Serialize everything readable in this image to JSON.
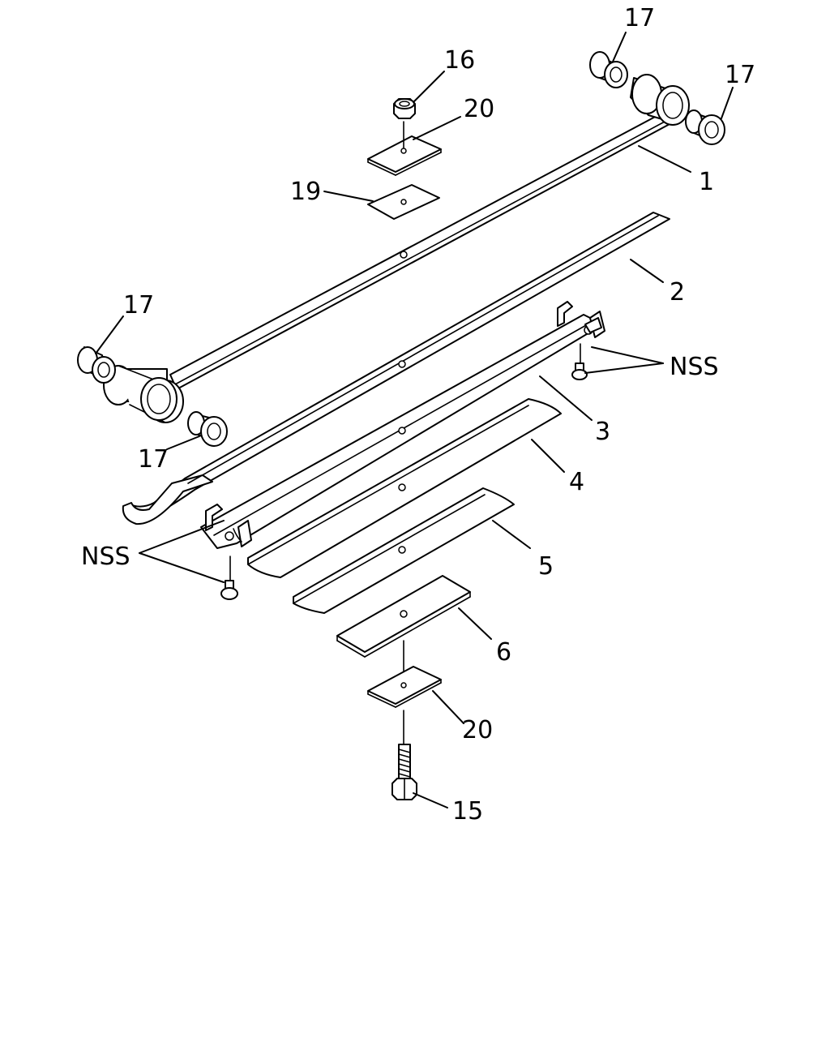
{
  "callouts": {
    "c1": "1",
    "c2": "2",
    "c3": "3",
    "c4": "4",
    "c5": "5",
    "c6": "6",
    "c15": "15",
    "c16": "16",
    "c17_top": "17",
    "c17_right": "17",
    "c17_left": "17",
    "c17_bottom": "17",
    "c19": "19",
    "c20_top": "20",
    "c20_bottom": "20",
    "nss_right": "NSS",
    "nss_left": "NSS"
  },
  "colors": {
    "line": "#000000",
    "background": "#ffffff"
  }
}
